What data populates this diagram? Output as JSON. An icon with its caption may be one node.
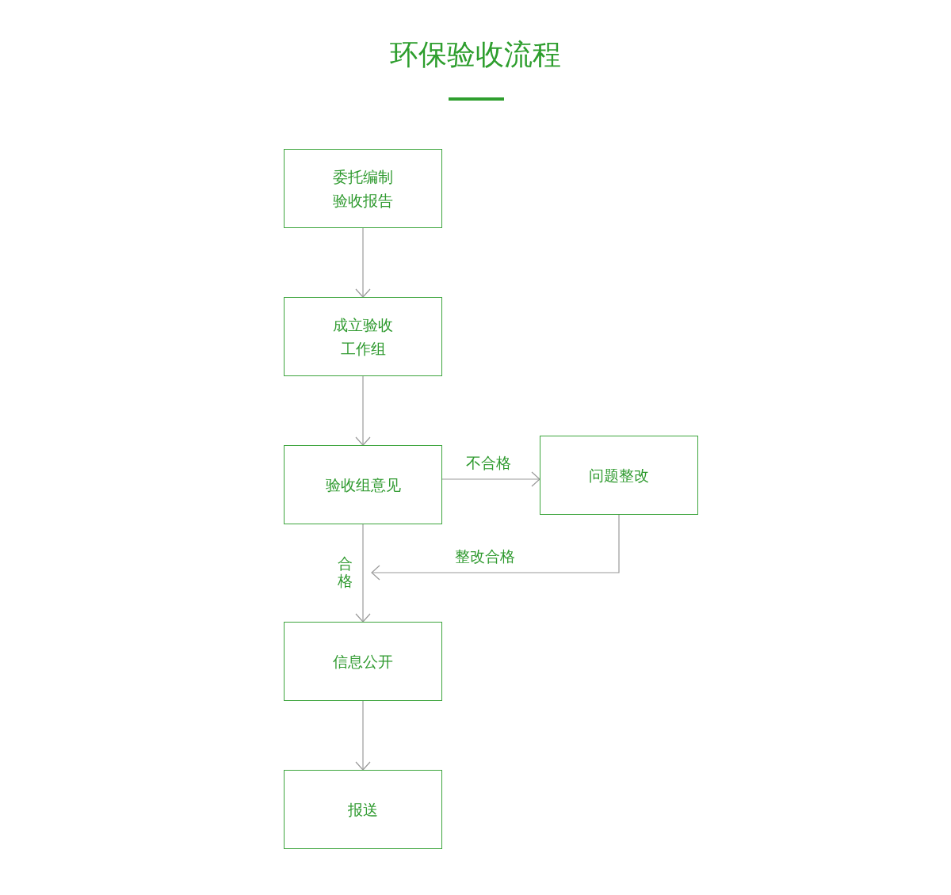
{
  "diagram": {
    "title": "环保验收流程",
    "nodes": [
      {
        "text": [
          "委托编制验收报告"
        ]
      },
      {
        "text": [
          "成立验收工作组"
        ]
      },
      {
        "text": [
          "验收组意见"
        ]
      },
      {
        "text": [
          "问题整改"
        ]
      },
      {
        "text": [
          "信息公开"
        ]
      },
      {
        "text": [
          "报送"
        ]
      }
    ],
    "edges": [
      {
        "from": 0,
        "to": 1,
        "arrow": "to"
      },
      {
        "from": 1,
        "to": 2,
        "arrow": "to"
      },
      {
        "from": 2,
        "to": 3,
        "arrow": "to",
        "label": "不合格"
      },
      {
        "from": 2,
        "to": 4,
        "arrow": "to",
        "label": "合格"
      },
      {
        "from": 3,
        "to": 4,
        "arrow": "to",
        "label": "整改合格"
      },
      {
        "from": 4,
        "to": 5,
        "arrow": "to"
      }
    ]
  }
}
